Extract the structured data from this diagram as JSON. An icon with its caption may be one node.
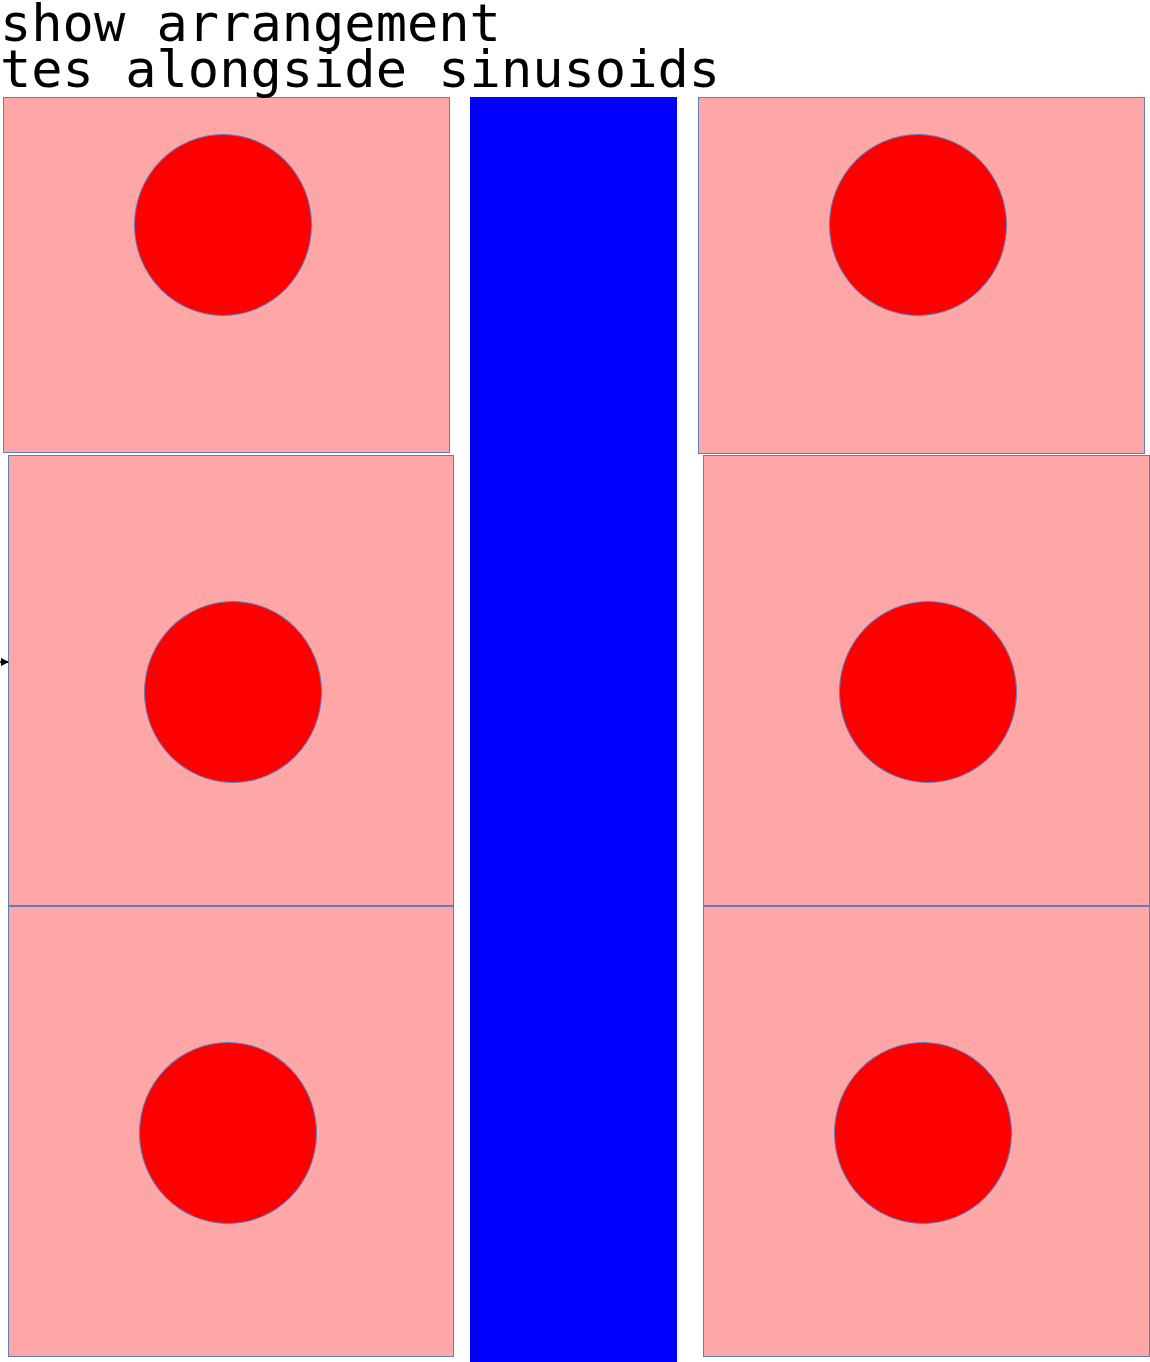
{
  "diagram": {
    "nodes": [
      {
        "text": [],
        "shape": "box"
      },
      {
        "text": [],
        "shape": "circle",
        "in": 0
      },
      {
        "text": [],
        "shape": "bar"
      },
      {
        "text": [],
        "shape": "box"
      },
      {
        "text": [],
        "shape": "circle",
        "in": 3
      },
      {
        "text": [],
        "shape": "box"
      },
      {
        "text": [],
        "shape": "circle",
        "in": 5
      },
      {
        "text": [],
        "shape": "box"
      },
      {
        "text": [],
        "shape": "circle",
        "in": 7
      },
      {
        "text": [],
        "shape": "box"
      },
      {
        "text": [],
        "shape": "circle",
        "in": 9
      },
      {
        "text": [],
        "shape": "box"
      },
      {
        "text": [],
        "shape": "circle",
        "in": 11
      }
    ],
    "edges": [
      {
        "from": null,
        "to": 5,
        "arrow": "to"
      }
    ],
    "labels": [
      "show arrangement",
      "tes alongside sinusoids"
    ]
  }
}
